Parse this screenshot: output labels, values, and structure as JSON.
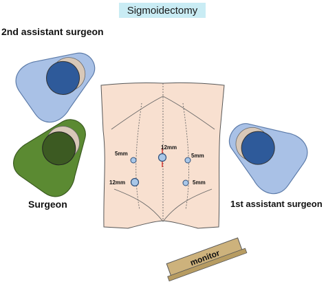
{
  "title": "Sigmoidectomy",
  "people": {
    "second_assistant": "2nd assistant surgeon",
    "surgeon": "Surgeon",
    "first_assistant": "1st assistant surgeon"
  },
  "ports": [
    {
      "label": "5mm"
    },
    {
      "label": "12mm"
    },
    {
      "label": "5mm"
    },
    {
      "label": "12mm"
    },
    {
      "label": "5mm"
    }
  ],
  "monitor": "monitor",
  "colors": {
    "title_bg": "#c9ecf4",
    "assistant_body": "#a9c1e6",
    "assistant_head": "#2e5a9a",
    "surgeon_body": "#5b8a32",
    "surgeon_head": "#3c5a22",
    "skin": "#f8e0d0",
    "port_fill": "#a9c7e8",
    "scope_red": "#d9302c",
    "monitor": "#cdb27c"
  }
}
